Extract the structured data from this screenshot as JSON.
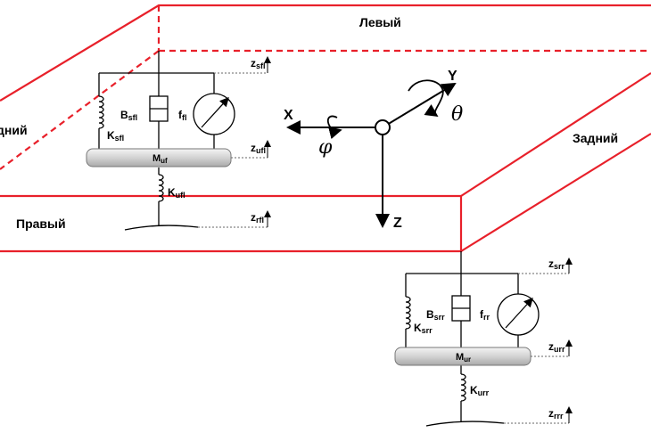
{
  "labels": {
    "left": "Левый",
    "right": "Правый",
    "rear": "Задний",
    "front_cut": "дний"
  },
  "axes": {
    "x": "X",
    "y": "Y",
    "z": "Z",
    "phi": "φ",
    "theta": "θ"
  },
  "front_left": {
    "damper_B": "B",
    "damper_B_sub": "sfl",
    "actuator_f": "f",
    "actuator_f_sub": "fl",
    "spring_K": "K",
    "spring_K_sub": "sfl",
    "mass_M": "M",
    "mass_M_sub": "uf",
    "tire_K": "K",
    "tire_K_sub": "ufl",
    "z_body": "z",
    "z_body_sub": "sfl",
    "z_mass": "z",
    "z_mass_sub": "ufl",
    "z_road": "z",
    "z_road_sub": "rfl"
  },
  "rear_right": {
    "damper_B": "B",
    "damper_B_sub": "srr",
    "actuator_f": "f",
    "actuator_f_sub": "rr",
    "spring_K": "K",
    "spring_K_sub": "srr",
    "mass_M": "M",
    "mass_M_sub": "ur",
    "tire_K": "K",
    "tire_K_sub": "urr",
    "z_body": "z",
    "z_body_sub": "srr",
    "z_mass": "z",
    "z_mass_sub": "urr",
    "z_road": "z",
    "z_road_sub": "rrr"
  },
  "colors": {
    "body": "#e8202a",
    "lines": "#000000",
    "mass_fill": "#d2d2d2"
  }
}
